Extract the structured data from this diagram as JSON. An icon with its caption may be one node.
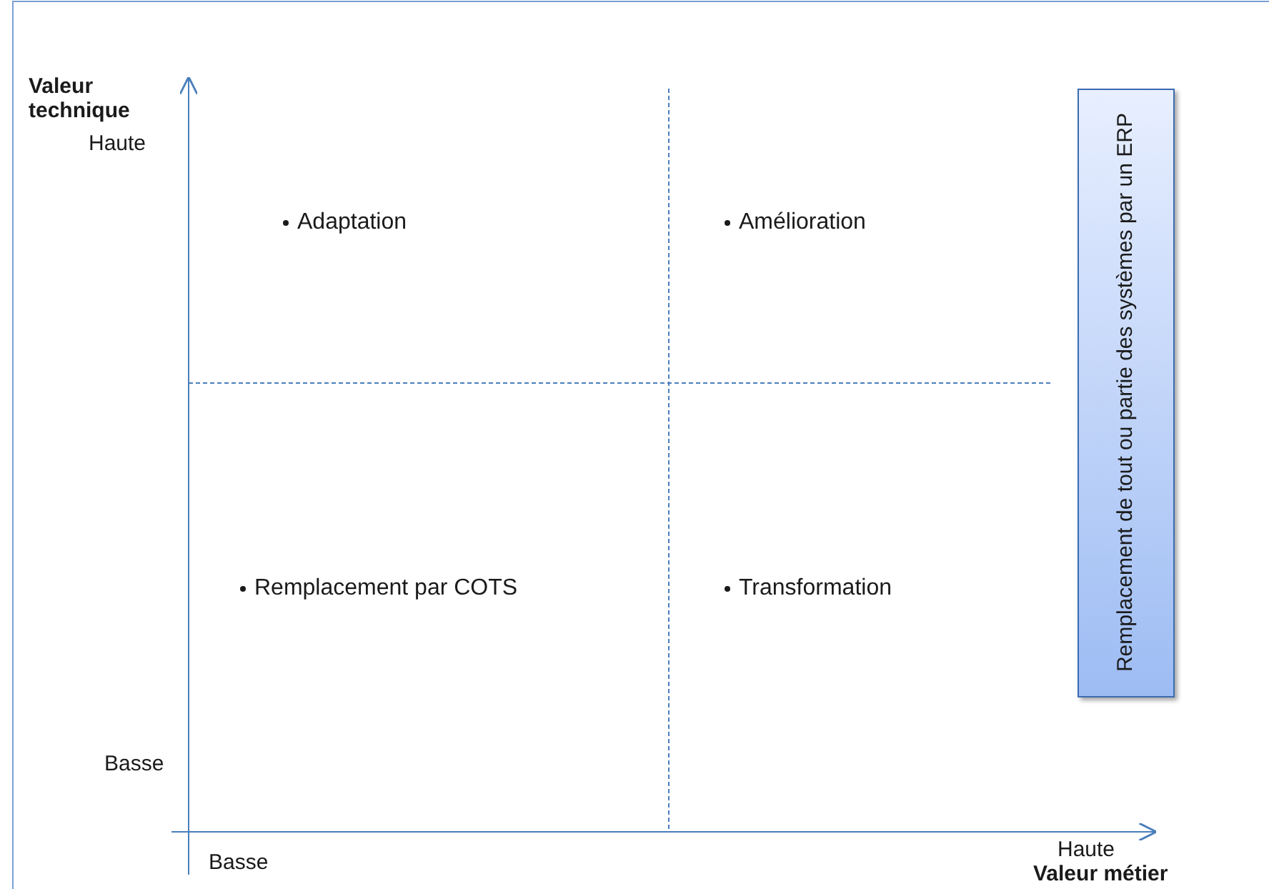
{
  "diagram": {
    "nodes": [
      {
        "text": [
          "Remplacement de tout ou partie des systèmes par un ERP"
        ]
      }
    ],
    "labels": [
      "Valeur technique",
      "Haute",
      "Adaptation",
      "Amélioration",
      "Remplacement par COTS",
      "Transformation",
      "Basse",
      "Basse",
      "Haute",
      "Valeur métier"
    ]
  }
}
